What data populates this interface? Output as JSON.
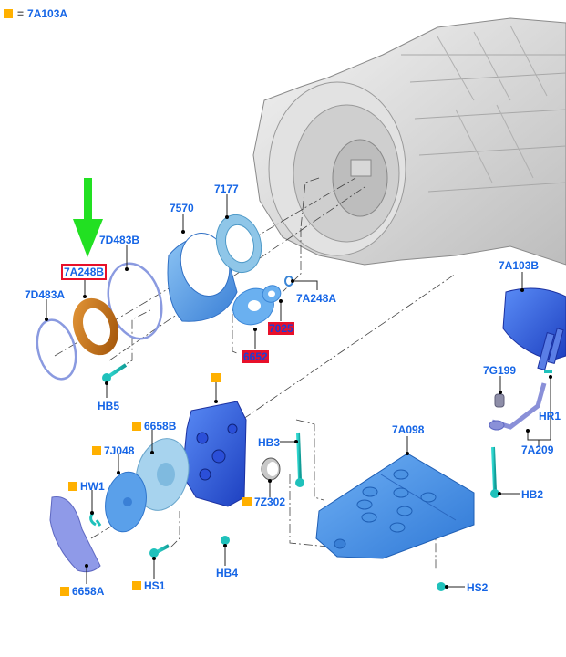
{
  "legend": {
    "marker": "orange-square",
    "equals": "=",
    "part": "7A103A"
  },
  "colors": {
    "label_text": "#1565e6",
    "highlight_fill": "#e8102a",
    "legend_marker": "#ffb000",
    "arrow": "#22e022",
    "seal_orange": "#c8720e",
    "part_blue": "#4a8ee0",
    "casing_gray": "#dcdcdc"
  },
  "callouts": [
    {
      "id": "7D483B",
      "label": "7D483B",
      "marked": false,
      "style": "plain"
    },
    {
      "id": "7A248B",
      "label": "7A248B",
      "marked": false,
      "style": "boxed",
      "indicated_by_arrow": true
    },
    {
      "id": "7D483A",
      "label": "7D483A",
      "marked": false,
      "style": "plain"
    },
    {
      "id": "7570",
      "label": "7570",
      "marked": false,
      "style": "plain"
    },
    {
      "id": "7177",
      "label": "7177",
      "marked": false,
      "style": "plain"
    },
    {
      "id": "7A248A",
      "label": "7A248A",
      "marked": false,
      "style": "plain"
    },
    {
      "id": "7025",
      "label": "7025",
      "marked": false,
      "style": "highlighted"
    },
    {
      "id": "6652",
      "label": "6652",
      "marked": false,
      "style": "highlighted"
    },
    {
      "id": "HB5",
      "label": "HB5",
      "marked": false,
      "style": "plain"
    },
    {
      "id": "7A103B",
      "label": "7A103B",
      "marked": false,
      "style": "plain"
    },
    {
      "id": "7G199",
      "label": "7G199",
      "marked": false,
      "style": "plain"
    },
    {
      "id": "HR1",
      "label": "HR1",
      "marked": false,
      "style": "plain"
    },
    {
      "id": "7A209",
      "label": "7A209",
      "marked": false,
      "style": "plain"
    },
    {
      "id": "HB2",
      "label": "HB2",
      "marked": false,
      "style": "plain"
    },
    {
      "id": "pump",
      "label": "",
      "marked": true,
      "style": "plain"
    },
    {
      "id": "6658B",
      "label": "6658B",
      "marked": true,
      "style": "plain"
    },
    {
      "id": "7J048",
      "label": "7J048",
      "marked": true,
      "style": "plain"
    },
    {
      "id": "HW1",
      "label": "HW1",
      "marked": true,
      "style": "plain"
    },
    {
      "id": "6658A",
      "label": "6658A",
      "marked": true,
      "style": "plain"
    },
    {
      "id": "HS1",
      "label": "HS1",
      "marked": true,
      "style": "plain"
    },
    {
      "id": "HB3",
      "label": "HB3",
      "marked": false,
      "style": "plain"
    },
    {
      "id": "7Z302",
      "label": "7Z302",
      "marked": true,
      "style": "plain"
    },
    {
      "id": "HB4",
      "label": "HB4",
      "marked": false,
      "style": "plain"
    },
    {
      "id": "7A098",
      "label": "7A098",
      "marked": false,
      "style": "plain"
    },
    {
      "id": "HS2",
      "label": "HS2",
      "marked": false,
      "style": "plain"
    }
  ]
}
